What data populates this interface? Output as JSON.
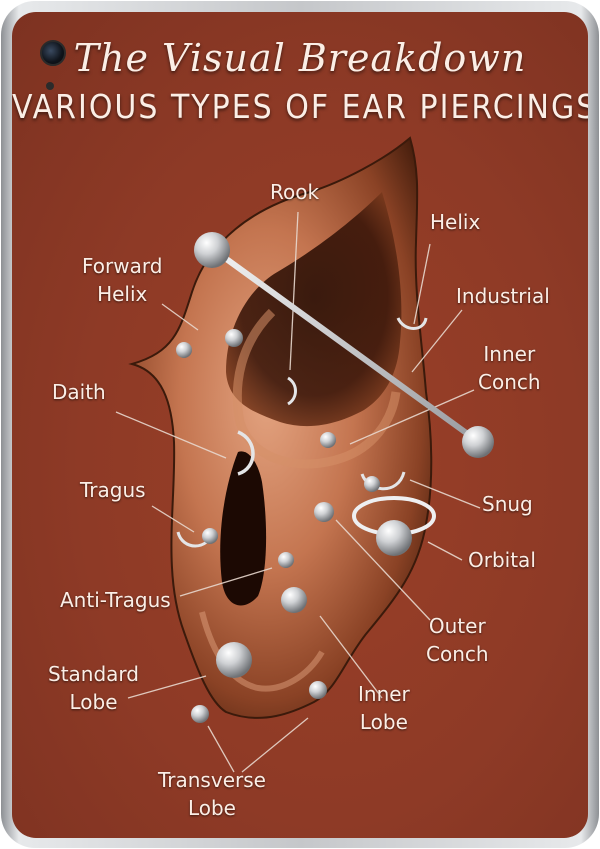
{
  "title": {
    "line1": "The Visual Breakdown",
    "line2": "VARIOUS TYPES OF EAR PIERCINGS"
  },
  "labels": {
    "rook": [
      "Rook"
    ],
    "helix": [
      "Helix"
    ],
    "forward_helix": [
      "Forward",
      "Helix"
    ],
    "industrial": [
      "Industrial"
    ],
    "inner_conch": [
      "Inner",
      "Conch"
    ],
    "daith": [
      "Daith"
    ],
    "tragus": [
      "Tragus"
    ],
    "snug": [
      "Snug"
    ],
    "orbital": [
      "Orbital"
    ],
    "anti_tragus": [
      "Anti-Tragus"
    ],
    "outer_conch": [
      "Outer",
      "Conch"
    ],
    "standard_lobe": [
      "Standard",
      "Lobe"
    ],
    "inner_lobe": [
      "Inner",
      "Lobe"
    ],
    "transverse_lobe": [
      "Transverse",
      "Lobe"
    ]
  },
  "colors": {
    "background": "#8e3a26",
    "text": "#fbeee6",
    "metal": "#d9dadc",
    "device_frame": "#c5c7ca"
  }
}
